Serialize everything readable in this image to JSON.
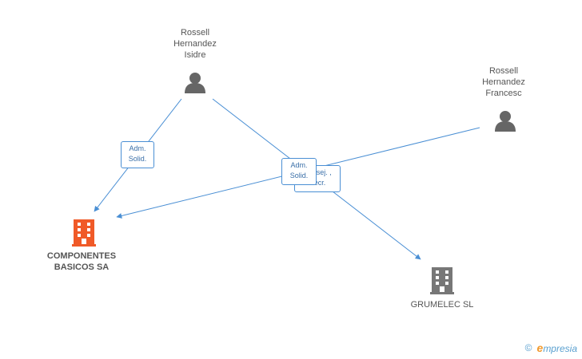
{
  "persons": [
    {
      "id": "isidre",
      "label": "Rossell\nHernandez\nIsidre"
    },
    {
      "id": "francesc",
      "label": "Rossell\nHernandez\nFrancesc"
    }
  ],
  "companies": [
    {
      "id": "componentes",
      "label": "COMPONENTES\nBASICOS SA",
      "color": "#f05a28"
    },
    {
      "id": "grumelec",
      "label": "GRUMELEC SL",
      "color": "#777777"
    }
  ],
  "edges": [
    {
      "id": "e1",
      "label": "Adm.\nSolid."
    },
    {
      "id": "e2",
      "label": "Adm.\nSolid."
    },
    {
      "id": "e3",
      "label": "Consej. ,\nSecr."
    }
  ],
  "colors": {
    "edge": "#4a8fd4",
    "person": "#666666"
  },
  "footer": {
    "symbol": "©",
    "brand_initial": "e",
    "brand_rest": "mpresia"
  }
}
